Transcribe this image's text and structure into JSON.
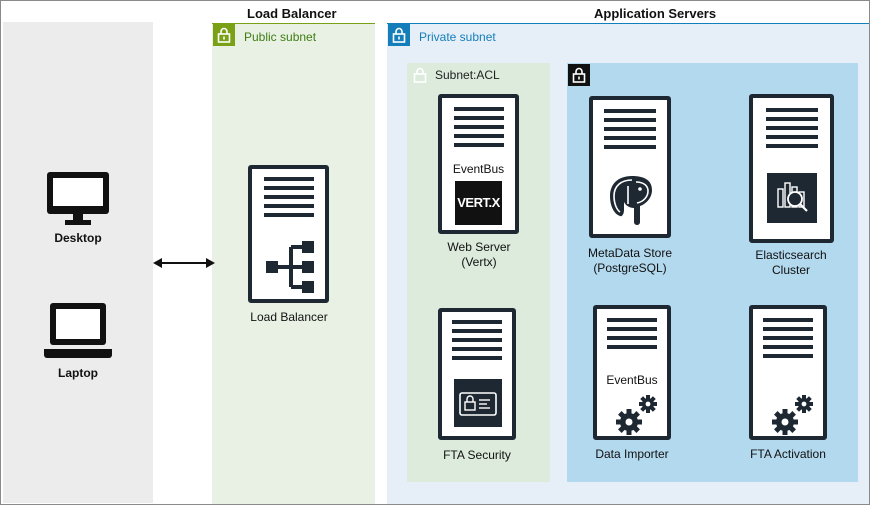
{
  "headings": {
    "load_balancer": "Load Balancer",
    "application_servers": "Application Servers"
  },
  "subnets": {
    "public": "Public subnet",
    "private": "Private subnet",
    "acl": "Subnet:ACL"
  },
  "clients": [
    {
      "label": "Desktop",
      "icon": "desktop-icon"
    },
    {
      "label": "Laptop",
      "icon": "laptop-icon"
    }
  ],
  "load_balancer": {
    "label": "Load Balancer",
    "icon": "load-balancer-icon"
  },
  "servers": {
    "web_server": {
      "badge": "EventBus",
      "logo_text": "VERT.X",
      "label_line1": "Web Server",
      "label_line2": "(Vertx)"
    },
    "fta_security": {
      "label": "FTA Security",
      "icon": "id-card-lock-icon"
    },
    "metadata_store": {
      "label_line1": "MetaData Store",
      "label_line2": "(PostgreSQL)",
      "icon": "postgresql-elephant-icon"
    },
    "elasticsearch": {
      "label_line1": "Elasticsearch",
      "label_line2": "Cluster",
      "icon": "elasticsearch-icon"
    },
    "data_importer": {
      "badge": "EventBus",
      "label": "Data Importer",
      "icon": "gears-icon"
    },
    "fta_activation": {
      "label": "FTA Activation",
      "icon": "gears-icon"
    }
  },
  "colors": {
    "public_subnet": "#7aa116",
    "private_subnet": "#147eba",
    "server_dark": "#1e2833",
    "secure_group_fill": "#b3d9ef"
  }
}
